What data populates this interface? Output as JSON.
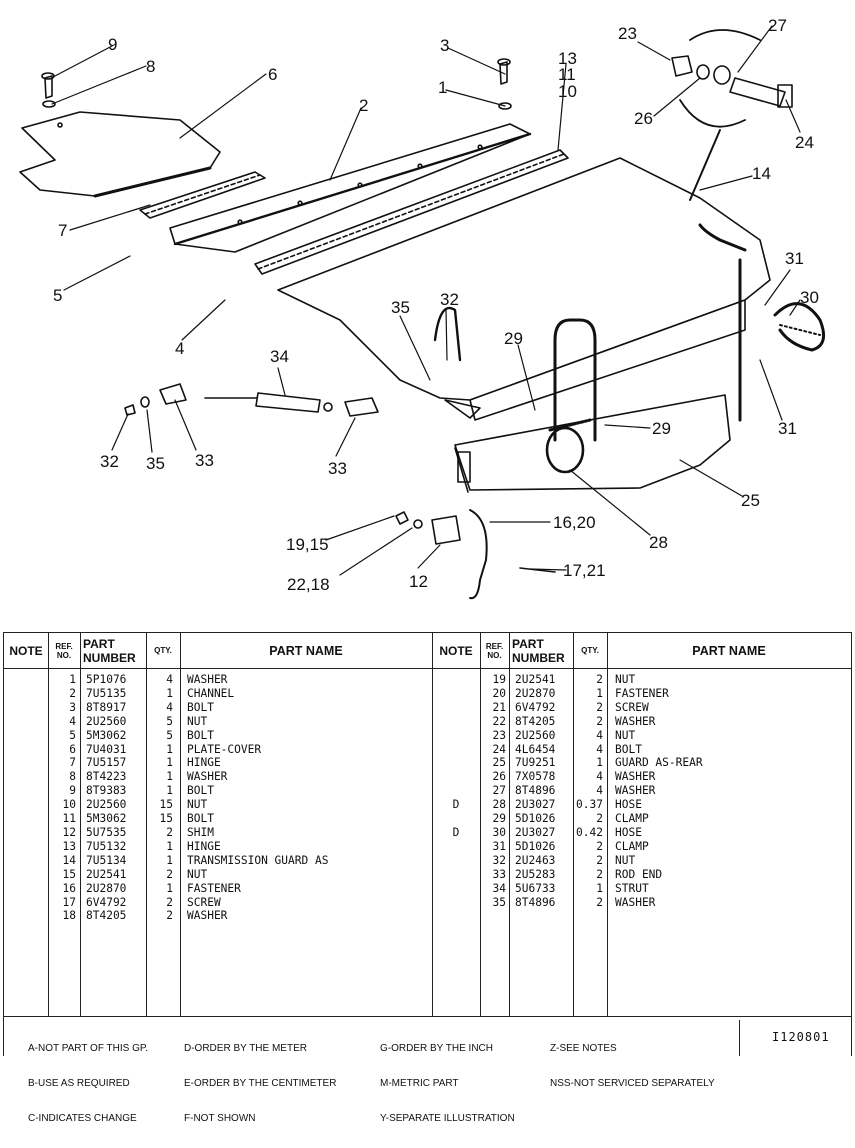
{
  "callouts": [
    {
      "id": "c9",
      "text": "9"
    },
    {
      "id": "c8",
      "text": "8"
    },
    {
      "id": "c6",
      "text": "6"
    },
    {
      "id": "c3",
      "text": "3"
    },
    {
      "id": "c1",
      "text": "1"
    },
    {
      "id": "c13",
      "text": "13"
    },
    {
      "id": "c11",
      "text": "11"
    },
    {
      "id": "c10",
      "text": "10"
    },
    {
      "id": "c2",
      "text": "2"
    },
    {
      "id": "c23",
      "text": "23"
    },
    {
      "id": "c27",
      "text": "27"
    },
    {
      "id": "c26",
      "text": "26"
    },
    {
      "id": "c24",
      "text": "24"
    },
    {
      "id": "c14",
      "text": "14"
    },
    {
      "id": "c7",
      "text": "7"
    },
    {
      "id": "c5",
      "text": "5"
    },
    {
      "id": "c4",
      "text": "4"
    },
    {
      "id": "c35a",
      "text": "35"
    },
    {
      "id": "c32a",
      "text": "32"
    },
    {
      "id": "c31a",
      "text": "31"
    },
    {
      "id": "c30",
      "text": "30"
    },
    {
      "id": "c29a",
      "text": "29"
    },
    {
      "id": "c34",
      "text": "34"
    },
    {
      "id": "c31b",
      "text": "31"
    },
    {
      "id": "c29b",
      "text": "29"
    },
    {
      "id": "c32b",
      "text": "32"
    },
    {
      "id": "c35b",
      "text": "35"
    },
    {
      "id": "c33a",
      "text": "33"
    },
    {
      "id": "c33b",
      "text": "33"
    },
    {
      "id": "c25",
      "text": "25"
    },
    {
      "id": "c28",
      "text": "28"
    },
    {
      "id": "c16_20",
      "text": "16,20"
    },
    {
      "id": "c19_15",
      "text": "19,15"
    },
    {
      "id": "c22_18",
      "text": "22,18"
    },
    {
      "id": "c12",
      "text": "12"
    },
    {
      "id": "c17_21",
      "text": "17,21"
    }
  ],
  "table": {
    "headers": {
      "note": "NOTE",
      "ref": "REF. NO.",
      "part": "PART NUMBER",
      "qty": "QTY.",
      "name": "PART NAME"
    },
    "left": [
      {
        "note": "",
        "ref": "1",
        "part": "5P1076",
        "qty": "4",
        "name": "WASHER"
      },
      {
        "note": "",
        "ref": "2",
        "part": "7U5135",
        "qty": "1",
        "name": "CHANNEL"
      },
      {
        "note": "",
        "ref": "3",
        "part": "8T8917",
        "qty": "4",
        "name": "BOLT"
      },
      {
        "note": "",
        "ref": "4",
        "part": "2U2560",
        "qty": "5",
        "name": "NUT"
      },
      {
        "note": "",
        "ref": "5",
        "part": "5M3062",
        "qty": "5",
        "name": "BOLT"
      },
      {
        "note": "",
        "ref": "6",
        "part": "7U4031",
        "qty": "1",
        "name": "PLATE-COVER"
      },
      {
        "note": "",
        "ref": "7",
        "part": "7U5157",
        "qty": "1",
        "name": "HINGE"
      },
      {
        "note": "",
        "ref": "8",
        "part": "8T4223",
        "qty": "1",
        "name": "WASHER"
      },
      {
        "note": "",
        "ref": "9",
        "part": "8T9383",
        "qty": "1",
        "name": "BOLT"
      },
      {
        "note": "",
        "ref": "10",
        "part": "2U2560",
        "qty": "15",
        "name": "NUT"
      },
      {
        "note": "",
        "ref": "11",
        "part": "5M3062",
        "qty": "15",
        "name": "BOLT"
      },
      {
        "note": "",
        "ref": "12",
        "part": "5U7535",
        "qty": "2",
        "name": "SHIM"
      },
      {
        "note": "",
        "ref": "13",
        "part": "7U5132",
        "qty": "1",
        "name": "HINGE"
      },
      {
        "note": "",
        "ref": "14",
        "part": "7U5134",
        "qty": "1",
        "name": "TRANSMISSION GUARD AS"
      },
      {
        "note": "",
        "ref": "15",
        "part": "2U2541",
        "qty": "2",
        "name": "NUT"
      },
      {
        "note": "",
        "ref": "16",
        "part": "2U2870",
        "qty": "1",
        "name": "FASTENER"
      },
      {
        "note": "",
        "ref": "17",
        "part": "6V4792",
        "qty": "2",
        "name": "SCREW"
      },
      {
        "note": "",
        "ref": "18",
        "part": "8T4205",
        "qty": "2",
        "name": "WASHER"
      }
    ],
    "right": [
      {
        "note": "",
        "ref": "19",
        "part": "2U2541",
        "qty": "2",
        "name": "NUT"
      },
      {
        "note": "",
        "ref": "20",
        "part": "2U2870",
        "qty": "1",
        "name": "FASTENER"
      },
      {
        "note": "",
        "ref": "21",
        "part": "6V4792",
        "qty": "2",
        "name": "SCREW"
      },
      {
        "note": "",
        "ref": "22",
        "part": "8T4205",
        "qty": "2",
        "name": "WASHER"
      },
      {
        "note": "",
        "ref": "23",
        "part": "2U2560",
        "qty": "4",
        "name": "NUT"
      },
      {
        "note": "",
        "ref": "24",
        "part": "4L6454",
        "qty": "4",
        "name": "BOLT"
      },
      {
        "note": "",
        "ref": "25",
        "part": "7U9251",
        "qty": "1",
        "name": "GUARD AS-REAR"
      },
      {
        "note": "",
        "ref": "26",
        "part": "7X0578",
        "qty": "4",
        "name": "WASHER"
      },
      {
        "note": "",
        "ref": "27",
        "part": "8T4896",
        "qty": "4",
        "name": "WASHER"
      },
      {
        "note": "D",
        "ref": "28",
        "part": "2U3027",
        "qty": "0.37",
        "name": "HOSE"
      },
      {
        "note": "",
        "ref": "29",
        "part": "5D1026",
        "qty": "2",
        "name": "CLAMP"
      },
      {
        "note": "D",
        "ref": "30",
        "part": "2U3027",
        "qty": "0.42",
        "name": "HOSE"
      },
      {
        "note": "",
        "ref": "31",
        "part": "5D1026",
        "qty": "2",
        "name": "CLAMP"
      },
      {
        "note": "",
        "ref": "32",
        "part": "2U2463",
        "qty": "2",
        "name": "NUT"
      },
      {
        "note": "",
        "ref": "33",
        "part": "2U5283",
        "qty": "2",
        "name": "ROD END"
      },
      {
        "note": "",
        "ref": "34",
        "part": "5U6733",
        "qty": "1",
        "name": "STRUT"
      },
      {
        "note": "",
        "ref": "35",
        "part": "8T4896",
        "qty": "2",
        "name": "WASHER"
      }
    ]
  },
  "legend": {
    "col1": [
      "A-NOT PART OF THIS GP.",
      "B-USE AS REQUIRED",
      "C-INDICATES CHANGE"
    ],
    "col2": [
      "D-ORDER BY THE METER",
      "E-ORDER BY THE CENTIMETER",
      "F-NOT SHOWN"
    ],
    "col3": [
      "G-ORDER BY THE INCH",
      "M-METRIC PART",
      "Y-SEPARATE ILLUSTRATION"
    ],
    "col4": [
      "Z-SEE NOTES",
      "NSS-NOT SERVICED SEPARATELY"
    ]
  },
  "illustration_id": "I120801"
}
